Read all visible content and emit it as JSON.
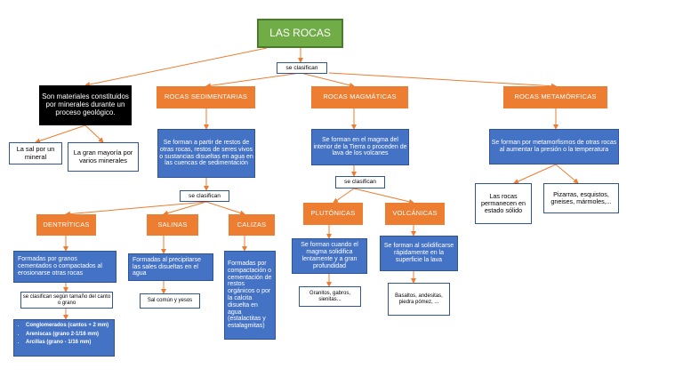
{
  "title": "LAS ROCAS",
  "clasifica_label": "se clasifican",
  "definicion": "Son materiales constituidos por minerales durante un proceso geológico.",
  "ejemplo_mineral": "La sal por un mineral",
  "ejemplo_varios": "La gran mayoría por varios minerales",
  "sedimentarias": {
    "title": "ROCAS SEDIMENTARIAS",
    "desc": "Se forman a partir de restos de otras rocas, restos de seres vivos o sustancias disueltas en agua en las cuencas de sedimentación",
    "clasifican": "se clasifican",
    "detriticas": {
      "title": "DENTRÍTICAS",
      "desc": "Formadas por granos cementados o compactados al erosionarse otras rocas",
      "clasif": "se clasifican según tamaño del canto o grano",
      "items": [
        "Conglomerados (cantos + 2 mm)",
        "Areniscas (grano 2-1/16 mm)",
        "Arcillas (grano - 1/16 mm)"
      ]
    },
    "salinas": {
      "title": "SALINAS",
      "desc": "Formadas al precipitarse las sales disueltas en el agua",
      "ejemplos": "Sal común y yesos"
    },
    "calizas": {
      "title": "CALIZAS",
      "desc": "Formadas por compactación o cementación de restos orgánicos o por la calcita disuelta en agua (estalactitas y estalagmitas)"
    }
  },
  "magmaticas": {
    "title": "ROCAS MAGMÁTICAS",
    "desc": "Se forman en el magma del interior de la Tierra o proceden de lava de los volcanes",
    "clasifican": "se clasifican",
    "plutonicas": {
      "title": "PLUTÓNICAS",
      "desc": "Se forman cuando el magma solidifica lentamente y a gran profundidad",
      "ejemplos": "Granitos, gabros, sienitas..."
    },
    "volcanicas": {
      "title": "VOLCÁNICAS",
      "desc": "Se forman al solidificarse rápidamente en la superficie la lava",
      "ejemplos": "Basaltos, andesitas, piedra pómez, ..."
    }
  },
  "metamorficas": {
    "title": "ROCAS METAMÓRFICAS",
    "desc": "Se forman por metamorfismos de otras rocas al aumentar la presión o la temperatura",
    "ejemplo_1": "Las rocas permanecen en estado sólido",
    "ejemplo_2": "Pizarras, esquistos, gneises, mármoles,..."
  }
}
